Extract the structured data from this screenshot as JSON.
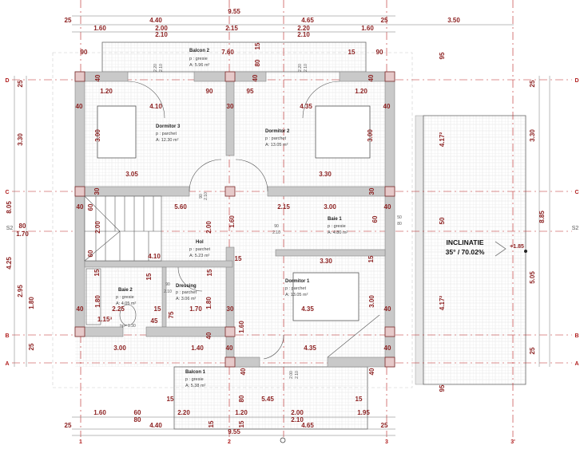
{
  "grid_axes": {
    "rows": [
      "D",
      "C",
      "B",
      "A"
    ],
    "cols": [
      "1",
      "2",
      "3",
      "3'"
    ],
    "section": "S2"
  },
  "top_dims": {
    "total": "9.55",
    "row2": [
      "25",
      "4.40",
      "4.65",
      "25",
      "3.50"
    ],
    "row3": [
      "1.60",
      "2.00",
      "2.15",
      "2.20",
      "1.60"
    ],
    "row3b": [
      "2.10",
      "2.10"
    ]
  },
  "bottom_dims": {
    "row1": [
      "1.60",
      "60",
      "2.20",
      "1.20",
      "2.00",
      "1.95"
    ],
    "row1b": [
      "80",
      "2.10"
    ],
    "row2": [
      "25",
      "4.40",
      "4.65",
      "25"
    ],
    "total": "9.55"
  },
  "left_dims": [
    "25",
    "3.30",
    "8.05",
    "80",
    "1.70",
    "4.25",
    "2.95",
    "1.80",
    "25"
  ],
  "right_dims": [
    "95",
    "4.17²",
    "50",
    "4.17²",
    "95",
    "25",
    "3.30",
    "8.85",
    "5.05",
    "25"
  ],
  "rooms": {
    "balcon2": {
      "name": "Balcon 2",
      "floor": "p : gresie",
      "area": "A: 5.96 m²"
    },
    "dormitor3": {
      "name": "Dormitor 3",
      "floor": "p : parchet",
      "area": "A: 12.30 m²"
    },
    "dormitor2": {
      "name": "Dormitor 2",
      "floor": "p : parchet",
      "area": "A: 13.05 m²"
    },
    "baie1": {
      "name": "Baie 1",
      "floor": "p : gresie",
      "area": "A: 4.80 m²"
    },
    "hol": {
      "name": "Hol",
      "floor": "p : parchet",
      "area": "A: 5.23 m²"
    },
    "baie2": {
      "name": "Baie 2",
      "floor": "p : gresie",
      "area": "A: 4.05 m²"
    },
    "dressing": {
      "name": "Dressing",
      "floor": "p : parchet",
      "area": "A: 3.06 m²"
    },
    "dormitor1": {
      "name": "Dormitor 1",
      "floor": "p : parchet",
      "area": "A: 13.05 m²"
    },
    "balcon1": {
      "name": "Balcon 1",
      "floor": "p : gresie",
      "area": "A: 5.38 m²"
    }
  },
  "inner_dims": [
    "90",
    "7.60",
    "80",
    "15",
    "15",
    "90",
    "40",
    "40",
    "40",
    "1.20",
    "90",
    "95",
    "1.20",
    "40",
    "4.10",
    "30",
    "4.35",
    "40",
    "3.00",
    "3.00",
    "3.05",
    "3.30",
    "30",
    "30",
    "40",
    "60",
    "5.60",
    "2.15",
    "3.00",
    "40",
    "2.00",
    "2.00",
    "1.60",
    "60",
    "60",
    "4.10",
    "15",
    "3.30",
    "15",
    "15",
    "15",
    "15",
    "1.80",
    "40",
    "2.25",
    "15",
    "1.70",
    "1.80",
    "30",
    "4.35",
    "3.00",
    "40",
    "1.15³",
    "45",
    "75",
    "40",
    "1.60",
    "3.00",
    "1.40",
    "40",
    "4.35",
    "40",
    "40",
    "40",
    "15",
    "5.45",
    "15",
    "80",
    "15",
    "15"
  ],
  "door_marks": [
    "2.20",
    "2.10",
    "2.20",
    "2.10",
    "90",
    "2.10",
    "90",
    "2.10",
    "90",
    "2.10",
    "hp= 1.30",
    "50",
    "80",
    "2.00",
    "2.10"
  ],
  "roof": {
    "title": "INCLINATIE",
    "slope": "35° / 70.02%",
    "level": "+1.85"
  }
}
